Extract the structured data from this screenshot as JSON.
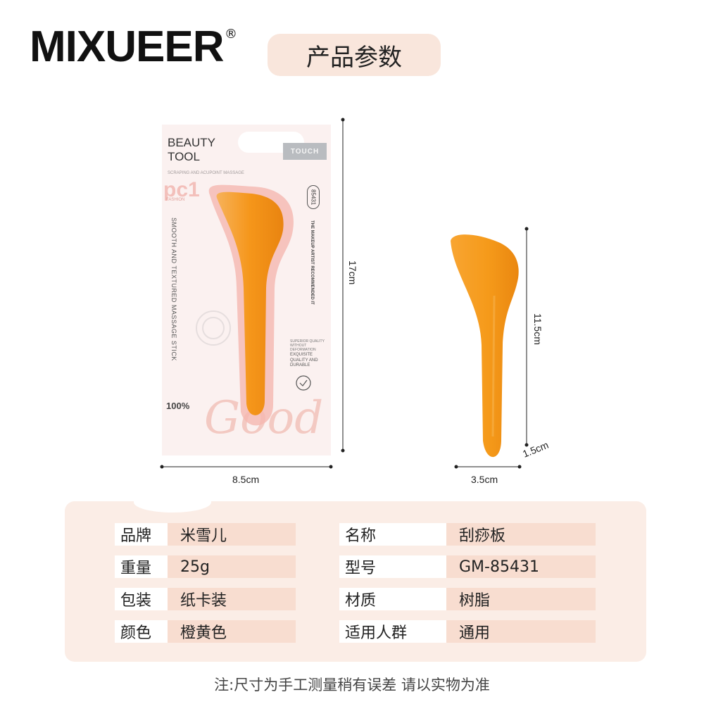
{
  "header": {
    "brand": "MIXUEER",
    "registered_mark": "®",
    "title": "产品参数"
  },
  "package": {
    "beauty_tool": "BEAUTY\nTOOL",
    "tag": "TOUCH",
    "subtitle": "SCRAPING AND ACUPOINT MASSAGE",
    "pc1": "pc1",
    "fashion": "FASHION",
    "side_text": "SMOOTH AND TEXTURED MASSAGE STICK",
    "code": "85431",
    "recommend": "THE MAKEUP ARTIST RECOMMENDED IT",
    "superior": "SUPERIOR QUALITY WITHOUT DEFORMATION",
    "exquisite": "EXQUISITE QUALITY AND DURABLE",
    "percent": "100%",
    "good": "Good"
  },
  "dimensions": {
    "package_height": "17cm",
    "package_width": "8.5cm",
    "tool_height": "11.5cm",
    "tool_width": "3.5cm",
    "tool_thickness": "1.5cm"
  },
  "specs": [
    {
      "label": "品牌",
      "value": "米雪儿"
    },
    {
      "label": "名称",
      "value": "刮痧板"
    },
    {
      "label": "重量",
      "value": "25g"
    },
    {
      "label": "型号",
      "value": "GM-85431"
    },
    {
      "label": "包装",
      "value": "纸卡装"
    },
    {
      "label": "材质",
      "value": "树脂"
    },
    {
      "label": "颜色",
      "value": "橙黄色"
    },
    {
      "label": "适用人群",
      "value": "通用"
    }
  ],
  "footer": "注:尺寸为手工测量稍有误差 请以实物为准",
  "colors": {
    "accent_orange": "#f59a1a",
    "pill_bg": "#f9e6dc",
    "panel_bg": "#fbede6",
    "value_bg": "#f8ddd0"
  }
}
